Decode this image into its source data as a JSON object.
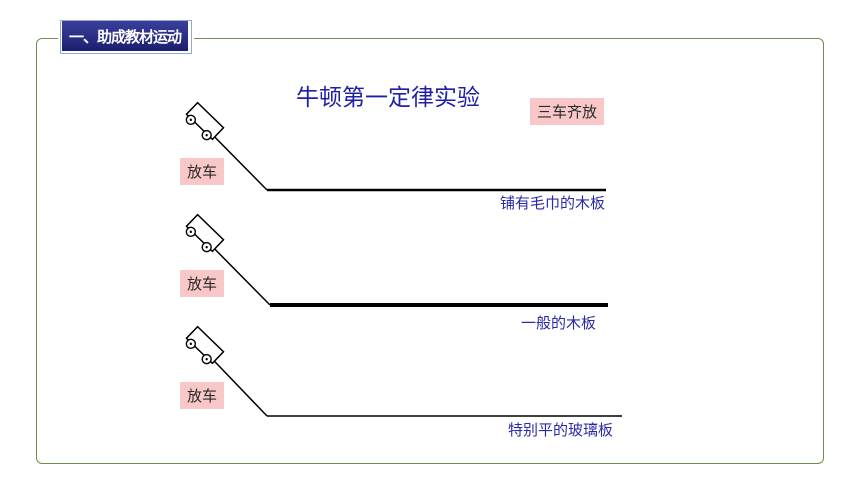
{
  "section": {
    "heading": "一、助成教材运动"
  },
  "experiment": {
    "title": "牛顿第一定律实验",
    "release_all_label": "三车齐放",
    "release_label": "放车",
    "surfaces": [
      {
        "label": "铺有毛巾的木板"
      },
      {
        "label": "一般的木板"
      },
      {
        "label": "特别平的玻璃板"
      }
    ]
  },
  "colors": {
    "frame": "#6f8f4e",
    "title": "#1f1fa8",
    "badge": "#f8c7c7",
    "surface_label": "#2a2aa8"
  }
}
